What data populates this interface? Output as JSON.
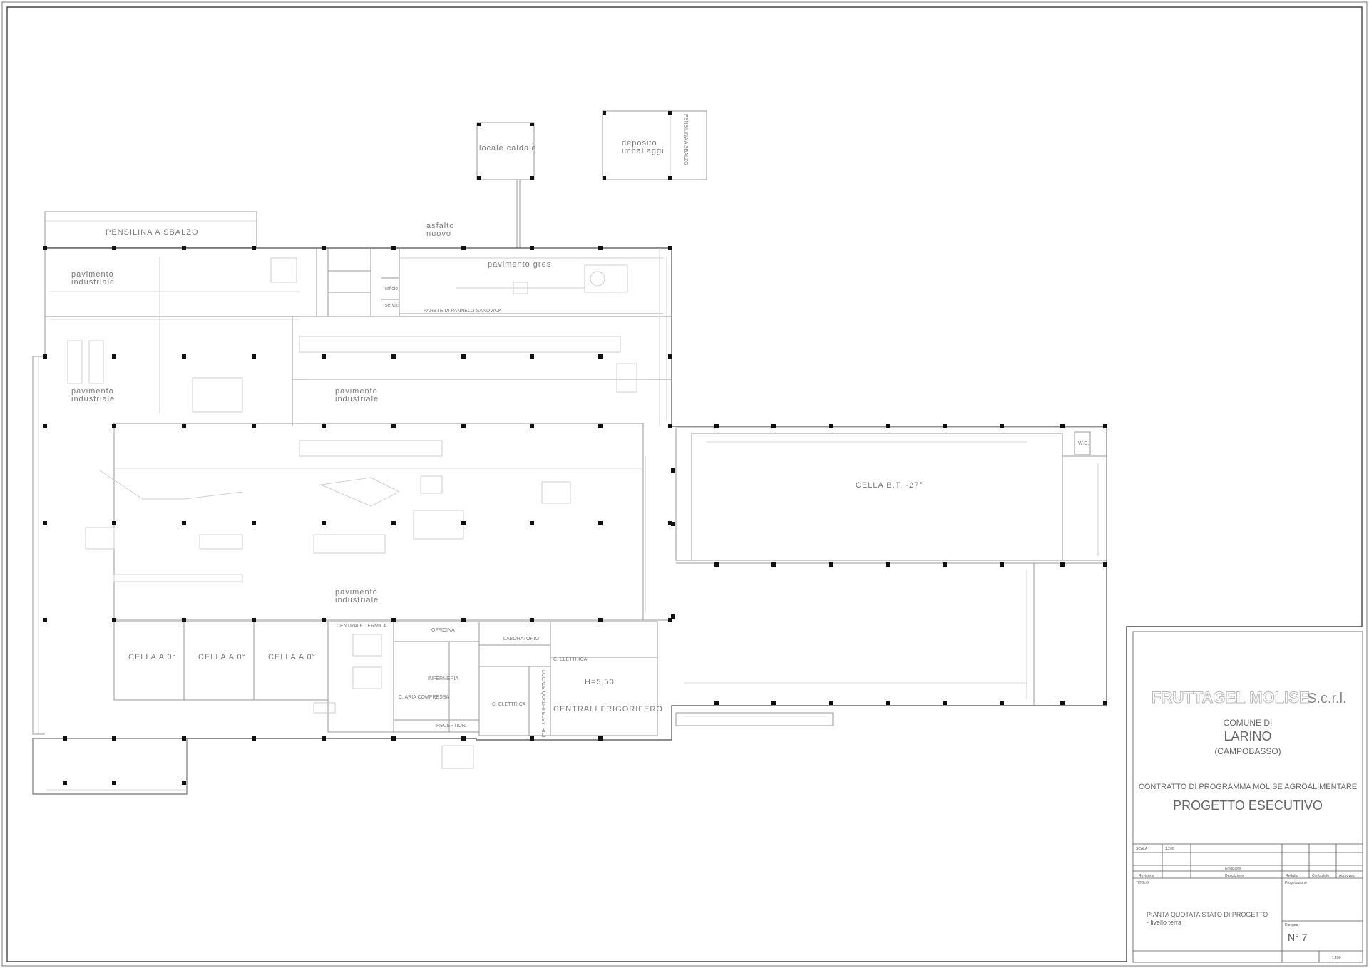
{
  "plan": {
    "labels": {
      "locale_caldaie": "locale caldaie",
      "deposito": "deposito",
      "imballaggi": "imballaggi",
      "pensilina_sbalzo_top": "PENSILINA A SBALZO",
      "pensilina_sbalzo_vert": "PENSILINA A SBALZO",
      "asfalto": "asfalto",
      "nuovo": "nuovo",
      "pav_gres": "pavimento gres",
      "pav_ind_1a": "pavimento",
      "pav_ind_1b": "industriale",
      "pav_ind_2a": "pavimento",
      "pav_ind_2b": "industriale",
      "pav_ind_3a": "pavimento",
      "pav_ind_3b": "industriale",
      "pav_ind_4a": "pavimento",
      "pav_ind_4b": "industriale",
      "parete_pannelli": "PARETE DI PANNELLI SANDVICK",
      "cella_bt": "CELLA B.T. -27°",
      "cella_1": "CELLA A 0°",
      "cella_2": "CELLA A 0°",
      "cella_3": "CELLA A 0°",
      "centrale_termica": "CENTRALE TERMICA",
      "officina": "OFFICINA",
      "laboratorio": "LABORATORIO",
      "infermeria": "INFERMERIA",
      "c_elettrica_1": "C. ELETTRICA",
      "c_elettrica_2": "C. ELETTRICA",
      "c_aria_compressa": "C. ARIA COMPRESSA",
      "reception": "RECEPTION",
      "h_550": "H=5,50",
      "centrali_frigorifero": "CENTRALI FRIGORIFERO",
      "locale_quadri": "LOCALE QUADRI ELETTRICI",
      "ufficio": "ufficio",
      "servizi": "servizi",
      "wc": "W.C."
    }
  },
  "title_block": {
    "company": "FRUTTAGEL MOLISE",
    "company_suffix": "S.c.r.l.",
    "comune_di": "COMUNE DI",
    "city": "LARINO",
    "province": "(CAMPOBASSO)",
    "contract": "CONTRATTO DI PROGRAMMA MOLISE AGROALIMENTARE",
    "project": "PROGETTO ESECUTIVO",
    "scale_label": "SCALA",
    "scale_value": "1:200",
    "emissione": "Emissione",
    "revisione": "Revisione",
    "descrizione": "Descrizione",
    "redatto": "Redatto",
    "controllato": "Controllato",
    "approvato": "Approvato",
    "progettazione": "Progettazione",
    "titolo": "TITOLO",
    "drawing_title_1": "PIANTA QUOTATA STATO DI PROGETTO",
    "drawing_title_2": "- livello terra",
    "disegno": "Disegno",
    "sheet_number": "N° 7",
    "scale_bottom": "1:200"
  }
}
